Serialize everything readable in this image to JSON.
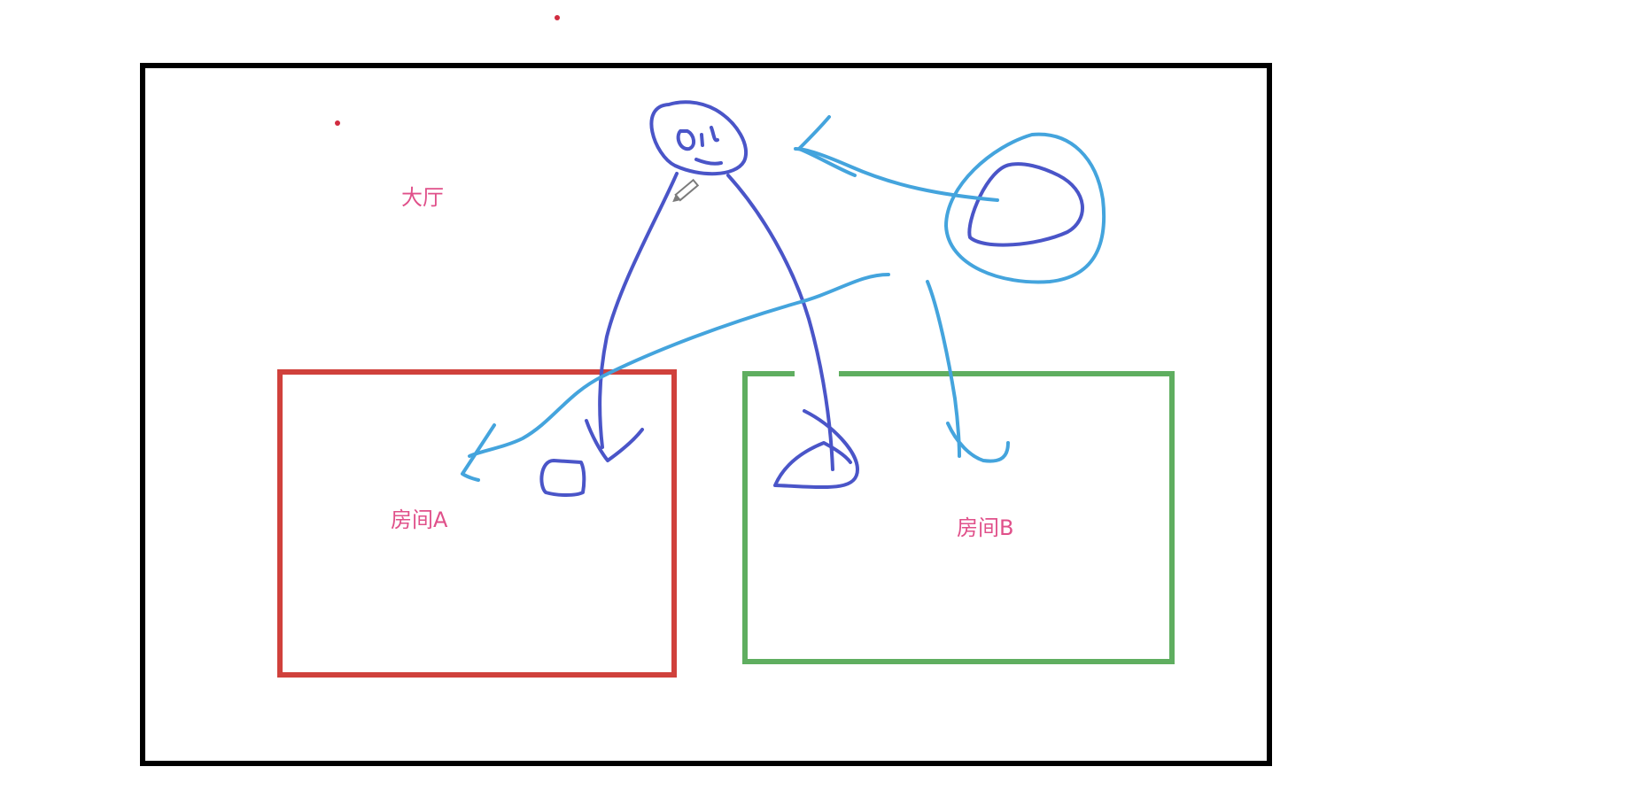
{
  "labels": {
    "hall": "大厅",
    "room_a": "房间A",
    "room_b": "房间B"
  },
  "colors": {
    "background": "#ffffff",
    "hall_border": "#000000",
    "room_a_border": "#d0413c",
    "room_b_border": "#5fae60",
    "figure_stroke": "#4a55c8",
    "arrow_stroke": "#44a4dd",
    "label_text": "#e0508a",
    "dot": "#d12c40"
  },
  "icons": {
    "cursor": "pencil-icon"
  }
}
